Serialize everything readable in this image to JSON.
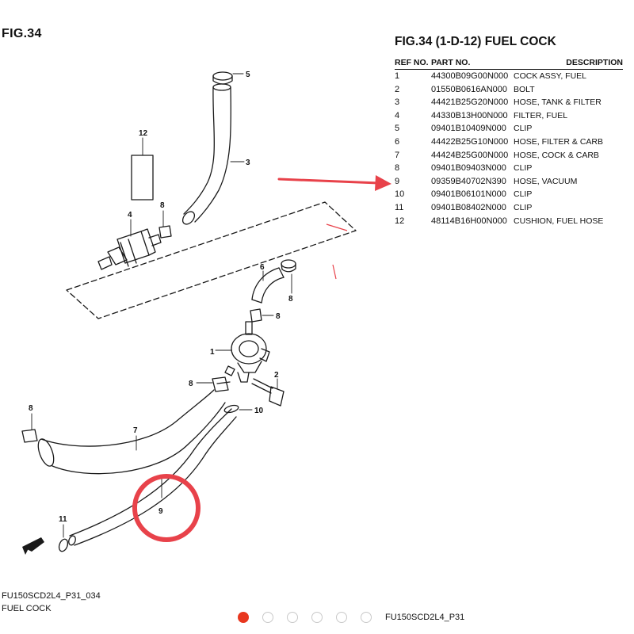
{
  "figure": {
    "label": "FIG.34",
    "footer_code": "FU150SCD2L4_P31_034",
    "footer_name": "FUEL COCK",
    "right_code": "FU150SCD2L4_P31"
  },
  "parts_list": {
    "title": "FIG.34 (1-D-12) FUEL COCK",
    "headers": {
      "ref": "REF NO.",
      "part": "PART NO.",
      "desc": "DESCRIPTION"
    },
    "rows": [
      {
        "ref": "1",
        "part": "44300B09G00N000",
        "desc": "COCK ASSY, FUEL"
      },
      {
        "ref": "2",
        "part": "01550B0616AN000",
        "desc": "BOLT"
      },
      {
        "ref": "3",
        "part": "44421B25G20N000",
        "desc": "HOSE, TANK & FILTER"
      },
      {
        "ref": "4",
        "part": "44330B13H00N000",
        "desc": "FILTER, FUEL"
      },
      {
        "ref": "5",
        "part": "09401B10409N000",
        "desc": "CLIP"
      },
      {
        "ref": "6",
        "part": "44422B25G10N000",
        "desc": "HOSE, FILTER & CARB"
      },
      {
        "ref": "7",
        "part": "44424B25G00N000",
        "desc": "HOSE, COCK & CARB"
      },
      {
        "ref": "8",
        "part": "09401B09403N000",
        "desc": "CLIP"
      },
      {
        "ref": "9",
        "part": "09359B40702N390",
        "desc": "HOSE, VACUUM"
      },
      {
        "ref": "10",
        "part": "09401B06101N000",
        "desc": "CLIP"
      },
      {
        "ref": "11",
        "part": "09401B08402N000",
        "desc": "CLIP"
      },
      {
        "ref": "12",
        "part": "48114B16H00N000",
        "desc": "CUSHION, FUEL HOSE"
      }
    ]
  },
  "callouts": {
    "c1": "1",
    "c2": "2",
    "c3": "3",
    "c4": "4",
    "c5": "5",
    "c6": "6",
    "c7": "7",
    "c8a": "8",
    "c8b": "8",
    "c8c": "8",
    "c8d": "8",
    "c8e": "8",
    "c9": "9",
    "c10": "10",
    "c11": "11",
    "c12": "12"
  },
  "carousel": {
    "total": 6,
    "active_index": 0
  },
  "colors": {
    "annotation_red": "#e8424a",
    "active_dot": "#e8371f",
    "inactive_dot": "#c9c9c9"
  }
}
